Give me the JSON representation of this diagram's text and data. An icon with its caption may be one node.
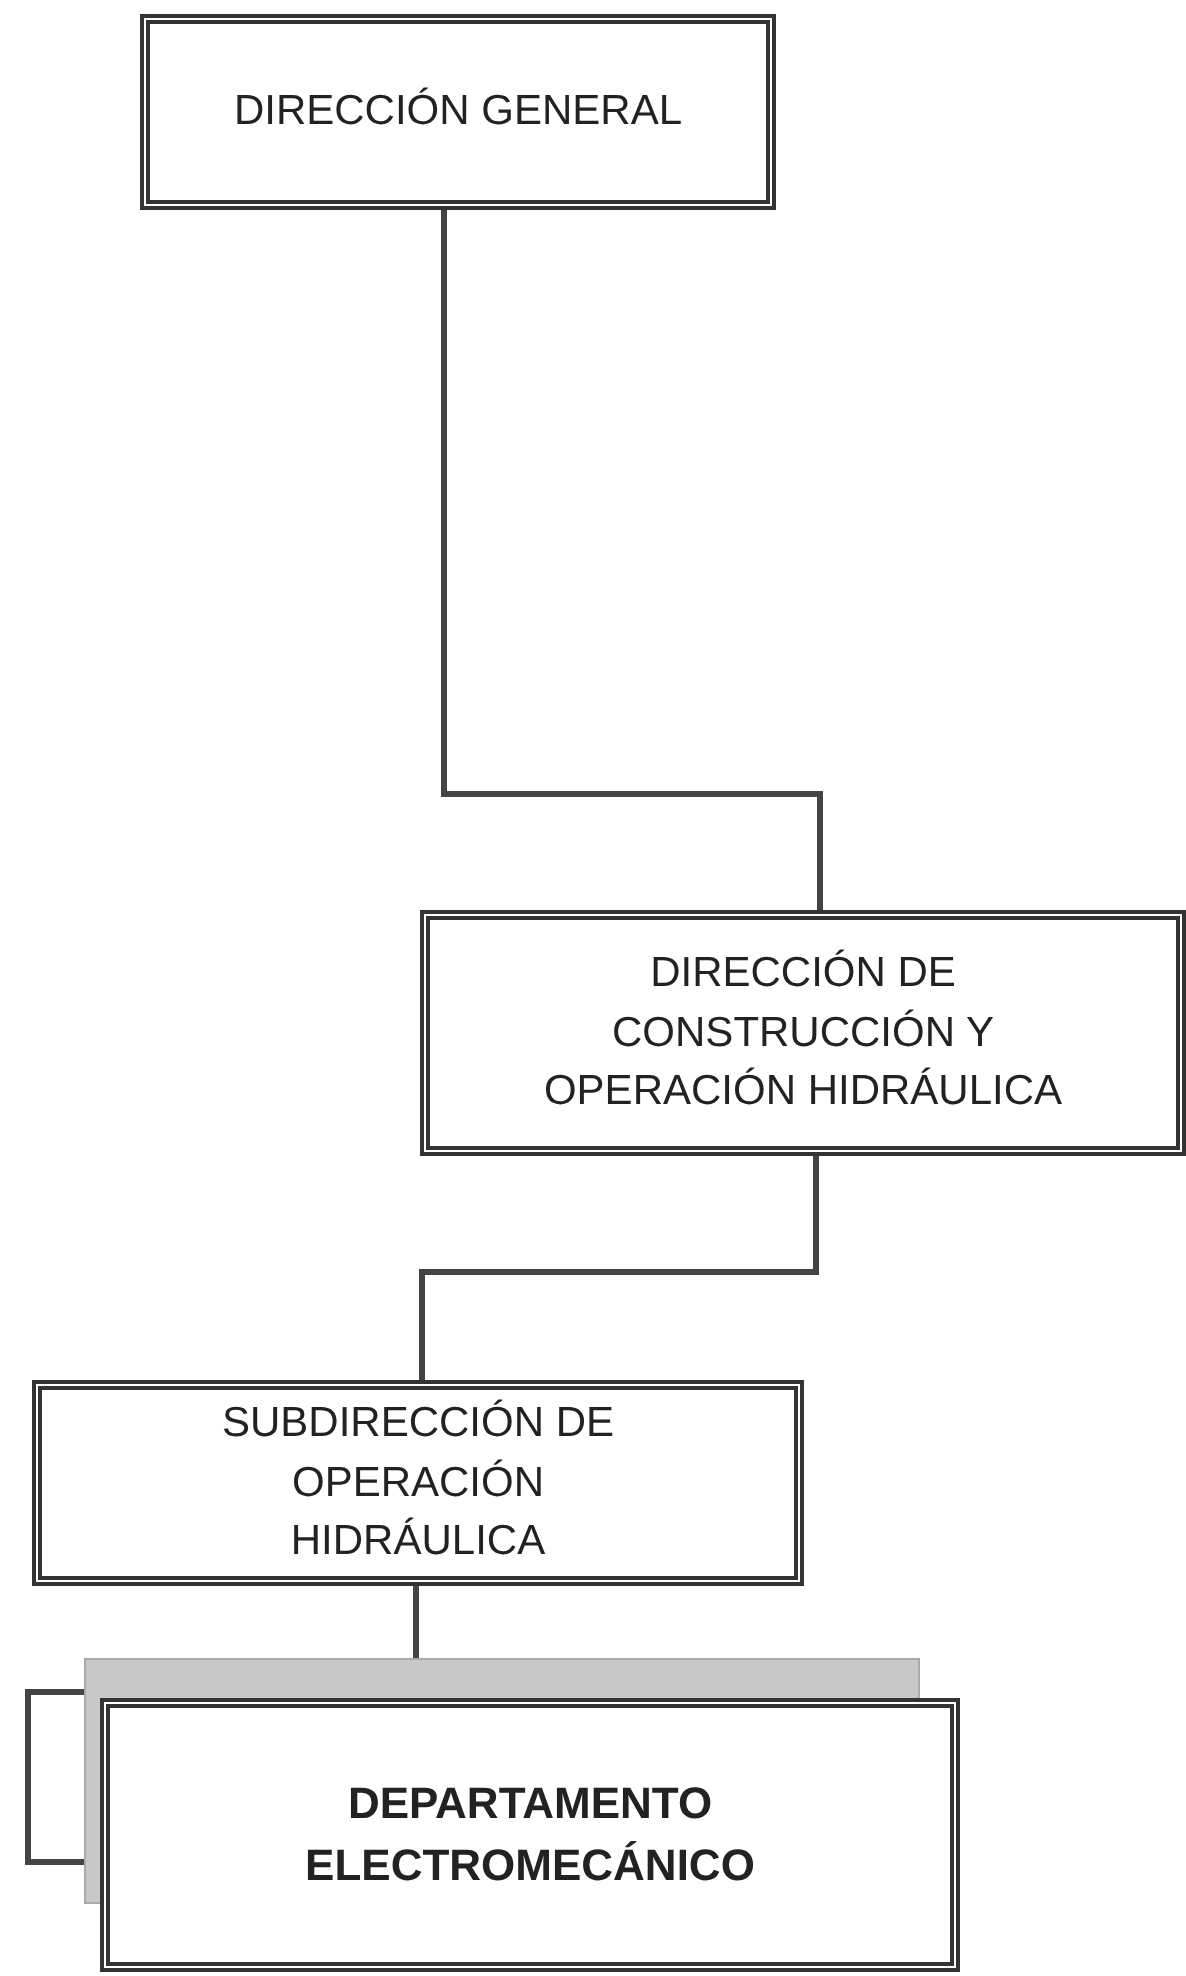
{
  "diagram": {
    "nodes": [
      {
        "text": [
          "DIRECCIÓN GENERAL"
        ]
      },
      {
        "text": [
          "DIRECCIÓN DE CONSTRUCCIÓN Y OPERACIÓN HIDRÁULICA"
        ]
      },
      {
        "text": [
          "SUBDIRECCIÓN DE OPERACIÓN HIDRÁULICA"
        ]
      },
      {
        "text": [
          "DEPARTAMENTO ELECTROMECÁNICO"
        ]
      }
    ],
    "edges": [
      {
        "from": 0,
        "to": 1,
        "arrow": "none"
      },
      {
        "from": 1,
        "to": 2,
        "arrow": "none"
      },
      {
        "from": 2,
        "to": 3,
        "arrow": "none"
      }
    ]
  }
}
